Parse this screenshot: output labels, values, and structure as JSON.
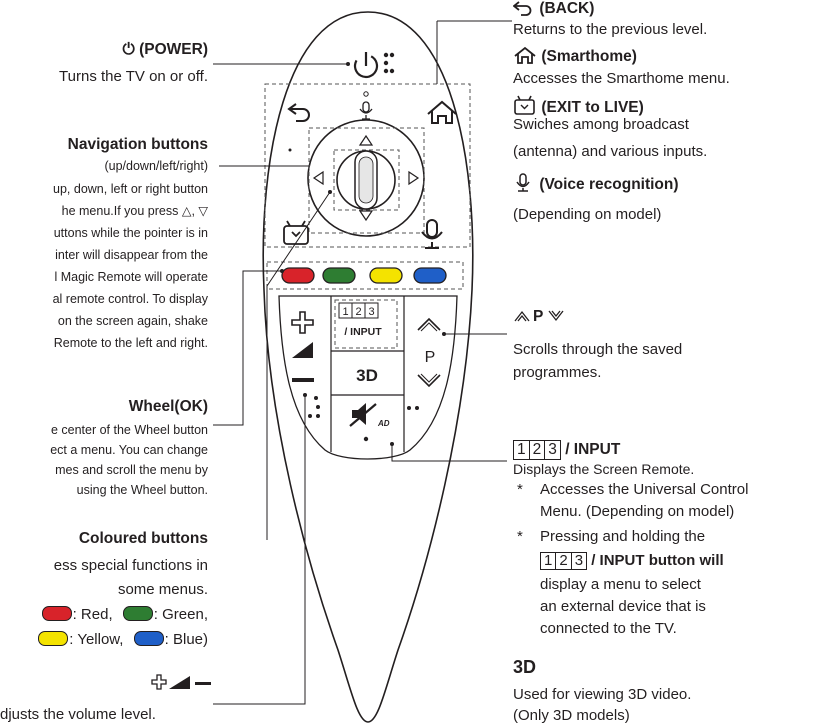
{
  "left": {
    "power": {
      "title": "(POWER)",
      "desc": "Turns the TV on or off."
    },
    "navigation": {
      "title": "Navigation buttons",
      "subtitle": "(up/down/left/right)",
      "lines": [
        "up, down, left or right button",
        "he menu.If you press △, ▽",
        "uttons while the pointer is in",
        "inter will disappear from the",
        "l Magic Remote will operate",
        "al remote control. To display",
        "on the screen again, shake",
        "Remote to the left and right."
      ]
    },
    "wheel": {
      "title": "Wheel(OK)",
      "lines": [
        "e center of the Wheel button",
        "ect a menu. You can change",
        "mes and scroll the menu by",
        "using the Wheel button."
      ]
    },
    "coloured": {
      "title": "Coloured buttons",
      "lines": [
        "ess special functions in",
        "some menus."
      ],
      "red": ": Red,",
      "green": ": Green,",
      "yellow": ": Yellow,",
      "blue": ": Blue)"
    },
    "volume": {
      "desc": "djusts the volume level."
    }
  },
  "right": {
    "back": {
      "title": "(BACK)",
      "desc": "Returns to the previous level."
    },
    "smarthome": {
      "title": "(Smarthome)",
      "desc": "Accesses the Smarthome menu."
    },
    "exit": {
      "title": "(EXIT to LIVE)",
      "desc1": "Swiches among broadcast",
      "desc2": "(antenna) and various inputs."
    },
    "voice": {
      "title": "(Voice recognition)",
      "desc": "(Depending on model)"
    },
    "programme": {
      "title": "P",
      "desc1": "Scrolls through the saved",
      "desc2": "programmes."
    },
    "input": {
      "title": "/ INPUT",
      "digits": "123",
      "desc": "Displays the Screen Remote.",
      "bullet1_line1": "Accesses the Universal Control",
      "bullet1_line2": "Menu. (Depending on model)",
      "bullet2_line1": "Pressing and holding the",
      "bullet2_line2": "/ INPUT button will",
      "bullet2_line3": "display a menu to select",
      "bullet2_line4": "an external device that is",
      "bullet2_line5": "connected to the TV."
    },
    "threed": {
      "title": "3D",
      "desc1": "Used for viewing 3D video.",
      "desc2": "(Only 3D models)"
    }
  },
  "remote": {
    "input_label": "/ INPUT",
    "input_digits": "123",
    "threed_label": "3D",
    "p_label": "P",
    "mute_sub": "AD"
  },
  "colors": {
    "red": "#d8232a",
    "green": "#2e7d32",
    "yellow": "#f4e300",
    "blue": "#1f5fc8"
  }
}
